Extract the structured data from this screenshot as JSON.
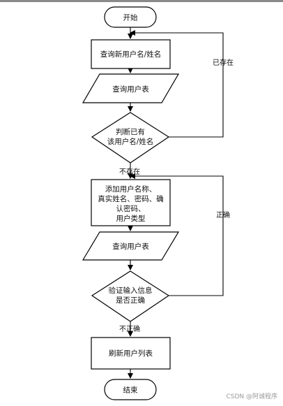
{
  "flowchart": {
    "nodes": {
      "start": "开始",
      "query_new": "查询新用户名/姓名",
      "query_table_1": "查询用户表",
      "decision_exists": [
        "判断已有",
        "该用户名/姓名"
      ],
      "add_info": [
        "添加用户名称、",
        "真实姓名、密码、确",
        "认密码、",
        "用户类型"
      ],
      "query_table_2": "查询用户表",
      "decision_valid": [
        "验证输入信息",
        "是否正确"
      ],
      "refresh": "刷新用户列表",
      "end": "结束"
    },
    "edge_labels": {
      "exists": "已存在",
      "not_exists": "不存在",
      "correct": "正确",
      "incorrect": "不正确"
    }
  },
  "watermark": "CSDN @阿诚程序"
}
